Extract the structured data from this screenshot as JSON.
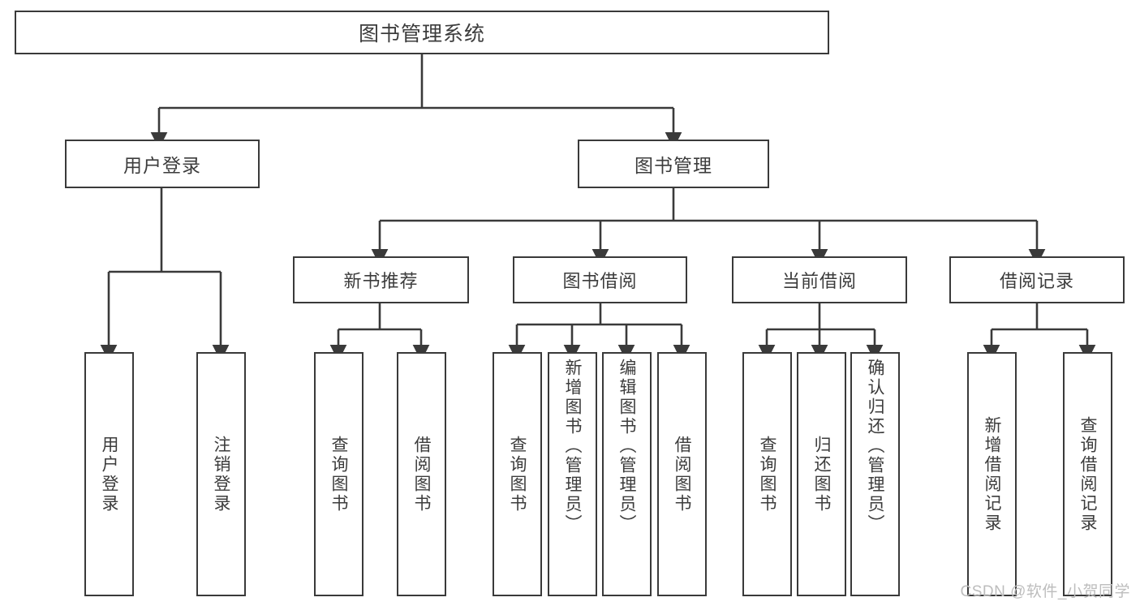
{
  "diagram": {
    "title": "图书管理系统",
    "type": "tree",
    "stroke_color": "#3a3a3a",
    "text_color": "#3c3c3c",
    "background": "#ffffff"
  },
  "nodes": {
    "root": {
      "label": "图书管理系统"
    },
    "level2": [
      {
        "label": "用户登录"
      },
      {
        "label": "图书管理"
      }
    ],
    "level3": [
      {
        "label": "新书推荐"
      },
      {
        "label": "图书借阅"
      },
      {
        "label": "当前借阅"
      },
      {
        "label": "借阅记录"
      }
    ],
    "leaves": {
      "user_login": [
        {
          "label": "用户登录"
        },
        {
          "label": "注销登录"
        }
      ],
      "new_book_recommend": [
        {
          "label": "查询图书"
        },
        {
          "label": "借阅图书"
        }
      ],
      "book_borrow": [
        {
          "label": "查询图书"
        },
        {
          "label": "新增图书（管理员）"
        },
        {
          "label": "编辑图书（管理员）"
        },
        {
          "label": "借阅图书"
        }
      ],
      "current_borrow": [
        {
          "label": "查询图书"
        },
        {
          "label": "归还图书"
        },
        {
          "label": "确认归还（管理员）"
        }
      ],
      "borrow_record": [
        {
          "label": "新增借阅记录"
        },
        {
          "label": "查询借阅记录"
        }
      ]
    }
  },
  "watermark": {
    "text": "CSDN @软件_小贺同学"
  }
}
